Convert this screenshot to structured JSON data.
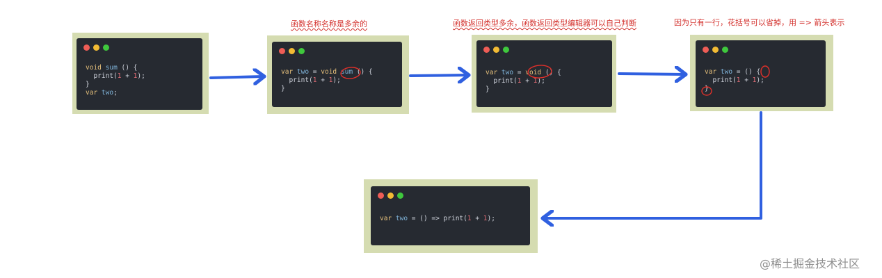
{
  "colors": {
    "accent_arrow": "#3060e0",
    "annotation": "#d3302c",
    "card_bg": "#d5dcb1",
    "window_bg": "#262a31"
  },
  "annotations": {
    "step2": "函数名称名称是多余的",
    "step3": "函数返回类型多余，函数返回类型编辑器可以自己判断",
    "step4": "因为只有一行，花括号可以省掉，用 => 箭头表示"
  },
  "snippets": {
    "s1": [
      [
        {
          "t": "void",
          "c": "kw"
        },
        {
          "t": " ",
          "c": "fn"
        },
        {
          "t": "sum",
          "c": "id"
        },
        {
          "t": " () {",
          "c": "fn"
        }
      ],
      [
        {
          "t": "  print(",
          "c": "fn"
        },
        {
          "t": "1",
          "c": "num"
        },
        {
          "t": " + ",
          "c": "fn"
        },
        {
          "t": "1",
          "c": "num"
        },
        {
          "t": ");",
          "c": "fn"
        }
      ],
      [
        {
          "t": "}",
          "c": "fn"
        }
      ],
      [
        {
          "t": "var",
          "c": "kw"
        },
        {
          "t": " ",
          "c": "fn"
        },
        {
          "t": "two",
          "c": "id"
        },
        {
          "t": ";",
          "c": "fn"
        }
      ]
    ],
    "s2": [
      [
        {
          "t": "var",
          "c": "kw"
        },
        {
          "t": " ",
          "c": "fn"
        },
        {
          "t": "two",
          "c": "id"
        },
        {
          "t": " = ",
          "c": "fn"
        },
        {
          "t": "void",
          "c": "kw"
        },
        {
          "t": " ",
          "c": "fn"
        },
        {
          "t": "sum",
          "c": "id"
        },
        {
          "t": " () {",
          "c": "fn"
        }
      ],
      [
        {
          "t": "  print(",
          "c": "fn"
        },
        {
          "t": "1",
          "c": "num"
        },
        {
          "t": " + ",
          "c": "fn"
        },
        {
          "t": "1",
          "c": "num"
        },
        {
          "t": ");",
          "c": "fn"
        }
      ],
      [
        {
          "t": "}",
          "c": "fn"
        }
      ]
    ],
    "s3": [
      [
        {
          "t": "var",
          "c": "kw"
        },
        {
          "t": " ",
          "c": "fn"
        },
        {
          "t": "two",
          "c": "id"
        },
        {
          "t": " = ",
          "c": "fn"
        },
        {
          "t": "void",
          "c": "kw"
        },
        {
          "t": " () {",
          "c": "fn"
        }
      ],
      [
        {
          "t": "  print(",
          "c": "fn"
        },
        {
          "t": "1",
          "c": "num"
        },
        {
          "t": " + ",
          "c": "fn"
        },
        {
          "t": "1",
          "c": "num"
        },
        {
          "t": ");",
          "c": "fn"
        }
      ],
      [
        {
          "t": "}",
          "c": "fn"
        }
      ]
    ],
    "s4": [
      [
        {
          "t": "var",
          "c": "kw"
        },
        {
          "t": " ",
          "c": "fn"
        },
        {
          "t": "two",
          "c": "id"
        },
        {
          "t": " = () {",
          "c": "fn"
        }
      ],
      [
        {
          "t": "  print(",
          "c": "fn"
        },
        {
          "t": "1",
          "c": "num"
        },
        {
          "t": " + ",
          "c": "fn"
        },
        {
          "t": "1",
          "c": "num"
        },
        {
          "t": ");",
          "c": "fn"
        }
      ],
      [
        {
          "t": "}",
          "c": "fn"
        }
      ]
    ],
    "s5": [
      [
        {
          "t": "var",
          "c": "kw"
        },
        {
          "t": " ",
          "c": "fn"
        },
        {
          "t": "two",
          "c": "id"
        },
        {
          "t": " = () => print(",
          "c": "fn"
        },
        {
          "t": "1",
          "c": "num"
        },
        {
          "t": " + ",
          "c": "fn"
        },
        {
          "t": "1",
          "c": "num"
        },
        {
          "t": ");",
          "c": "fn"
        }
      ]
    ]
  },
  "watermark": "@稀土掘金技术社区"
}
